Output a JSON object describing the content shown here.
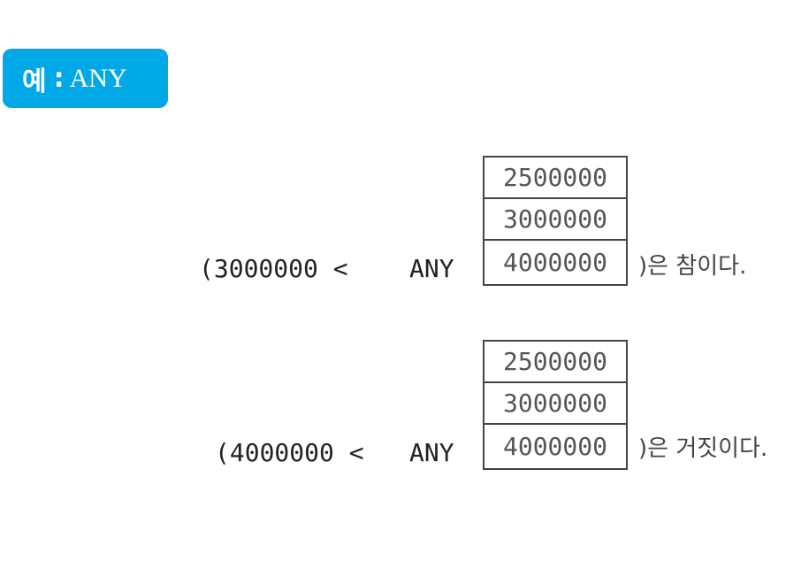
{
  "badge": {
    "prefix": "예",
    "colon": ":",
    "keyword": "ANY",
    "color": "#00a9e6"
  },
  "examples": [
    {
      "left": "(3000000 <",
      "keyword": "ANY",
      "values": [
        "2500000",
        "3000000",
        "4000000"
      ],
      "suffix": ")은 참이다."
    },
    {
      "left": "(4000000 <",
      "keyword": "ANY",
      "values": [
        "2500000",
        "3000000",
        "4000000"
      ],
      "suffix": ")은 거짓이다."
    }
  ]
}
